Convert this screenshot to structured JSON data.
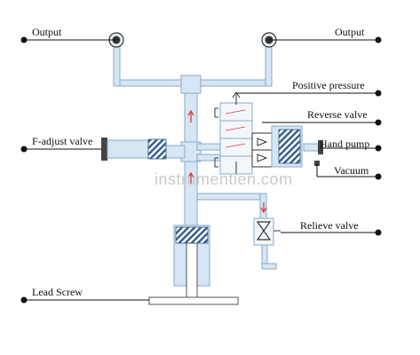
{
  "labels": {
    "output_left": "Output",
    "output_right": "Output",
    "positive_pressure": "Positive pressure",
    "reverse_valve": "Reverse valve",
    "f_adjust_valve": "F-adjust valve",
    "hand_pump": "Hand pump",
    "vacuum": "Vacuum",
    "relieve_valve": "Relieve valve",
    "lead_screw": "Lead Screw"
  },
  "watermark": "instrumentien.com",
  "colors": {
    "pipe_fill": "#d6e6f4",
    "pipe_stroke": "#86abc9",
    "hatch": "#2f5d8a",
    "leader": "#111111",
    "arrow_red": "#e0393b"
  }
}
